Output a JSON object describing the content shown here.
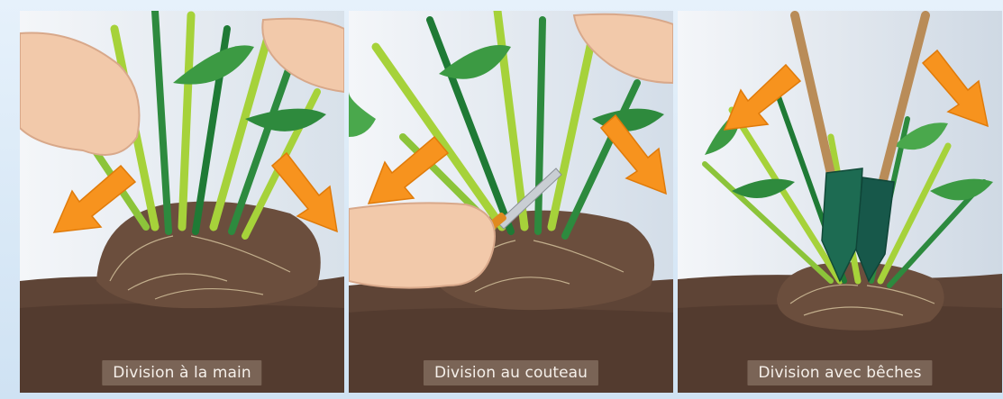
{
  "panels": [
    {
      "caption": "Division à la main"
    },
    {
      "caption": "Division au couteau"
    },
    {
      "caption": "Division avec bêches"
    }
  ],
  "colors": {
    "soil": "#5e4436",
    "soil_dark": "#4a3429",
    "leaf_light": "#a6d23a",
    "leaf_dark": "#1f7a35",
    "arrow": "#f7931e",
    "skin": "#f2c9aa",
    "spade": "#1d6b52",
    "handle": "#b98c58"
  }
}
